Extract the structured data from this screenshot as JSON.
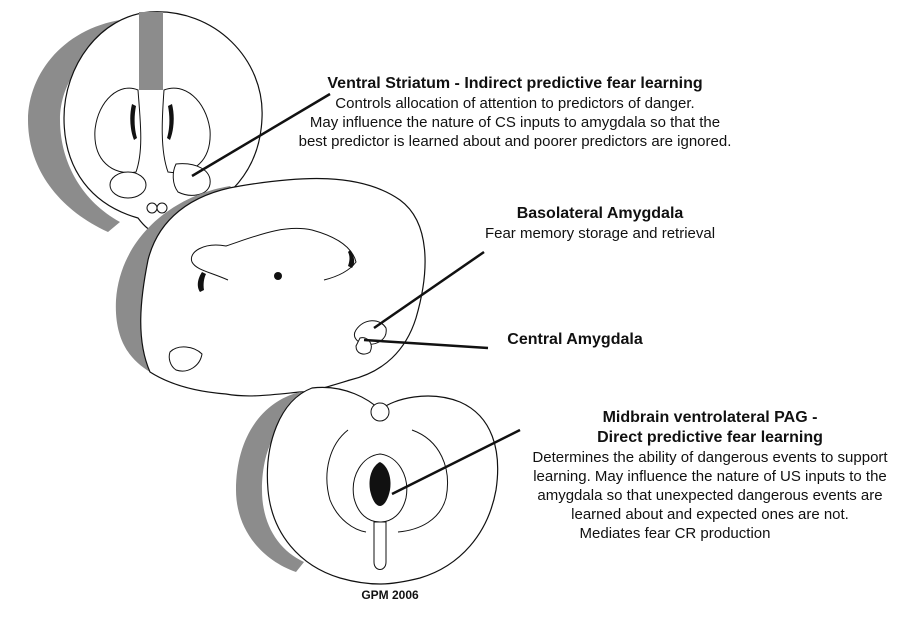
{
  "colors": {
    "section_shading": "#8c8c8c",
    "outline": "#111111",
    "background": "#ffffff"
  },
  "labels": {
    "ventral_striatum": {
      "heading": "Ventral Striatum - Indirect predictive fear learning",
      "lines": [
        "Controls allocation of attention to predictors of danger.",
        "May influence the nature of CS inputs to amygdala so that the",
        "best predictor is learned about and poorer predictors are ignored."
      ]
    },
    "basolateral_amygdala": {
      "heading": "Basolateral Amygdala",
      "lines": [
        "Fear memory storage and retrieval"
      ]
    },
    "central_amygdala": {
      "heading": "Central Amygdala"
    },
    "midbrain_pag": {
      "heading_lines": [
        "Midbrain ventrolateral PAG  -",
        "Direct predictive fear learning"
      ],
      "lines": [
        "Determines the ability of dangerous events to support",
        "learning.  May influence the nature of US inputs to the",
        "amygdala so that unexpected dangerous events are",
        "learned about and expected ones are not."
      ],
      "last_line": "Mediates  fear CR production"
    }
  },
  "credit": "GPM 2006"
}
